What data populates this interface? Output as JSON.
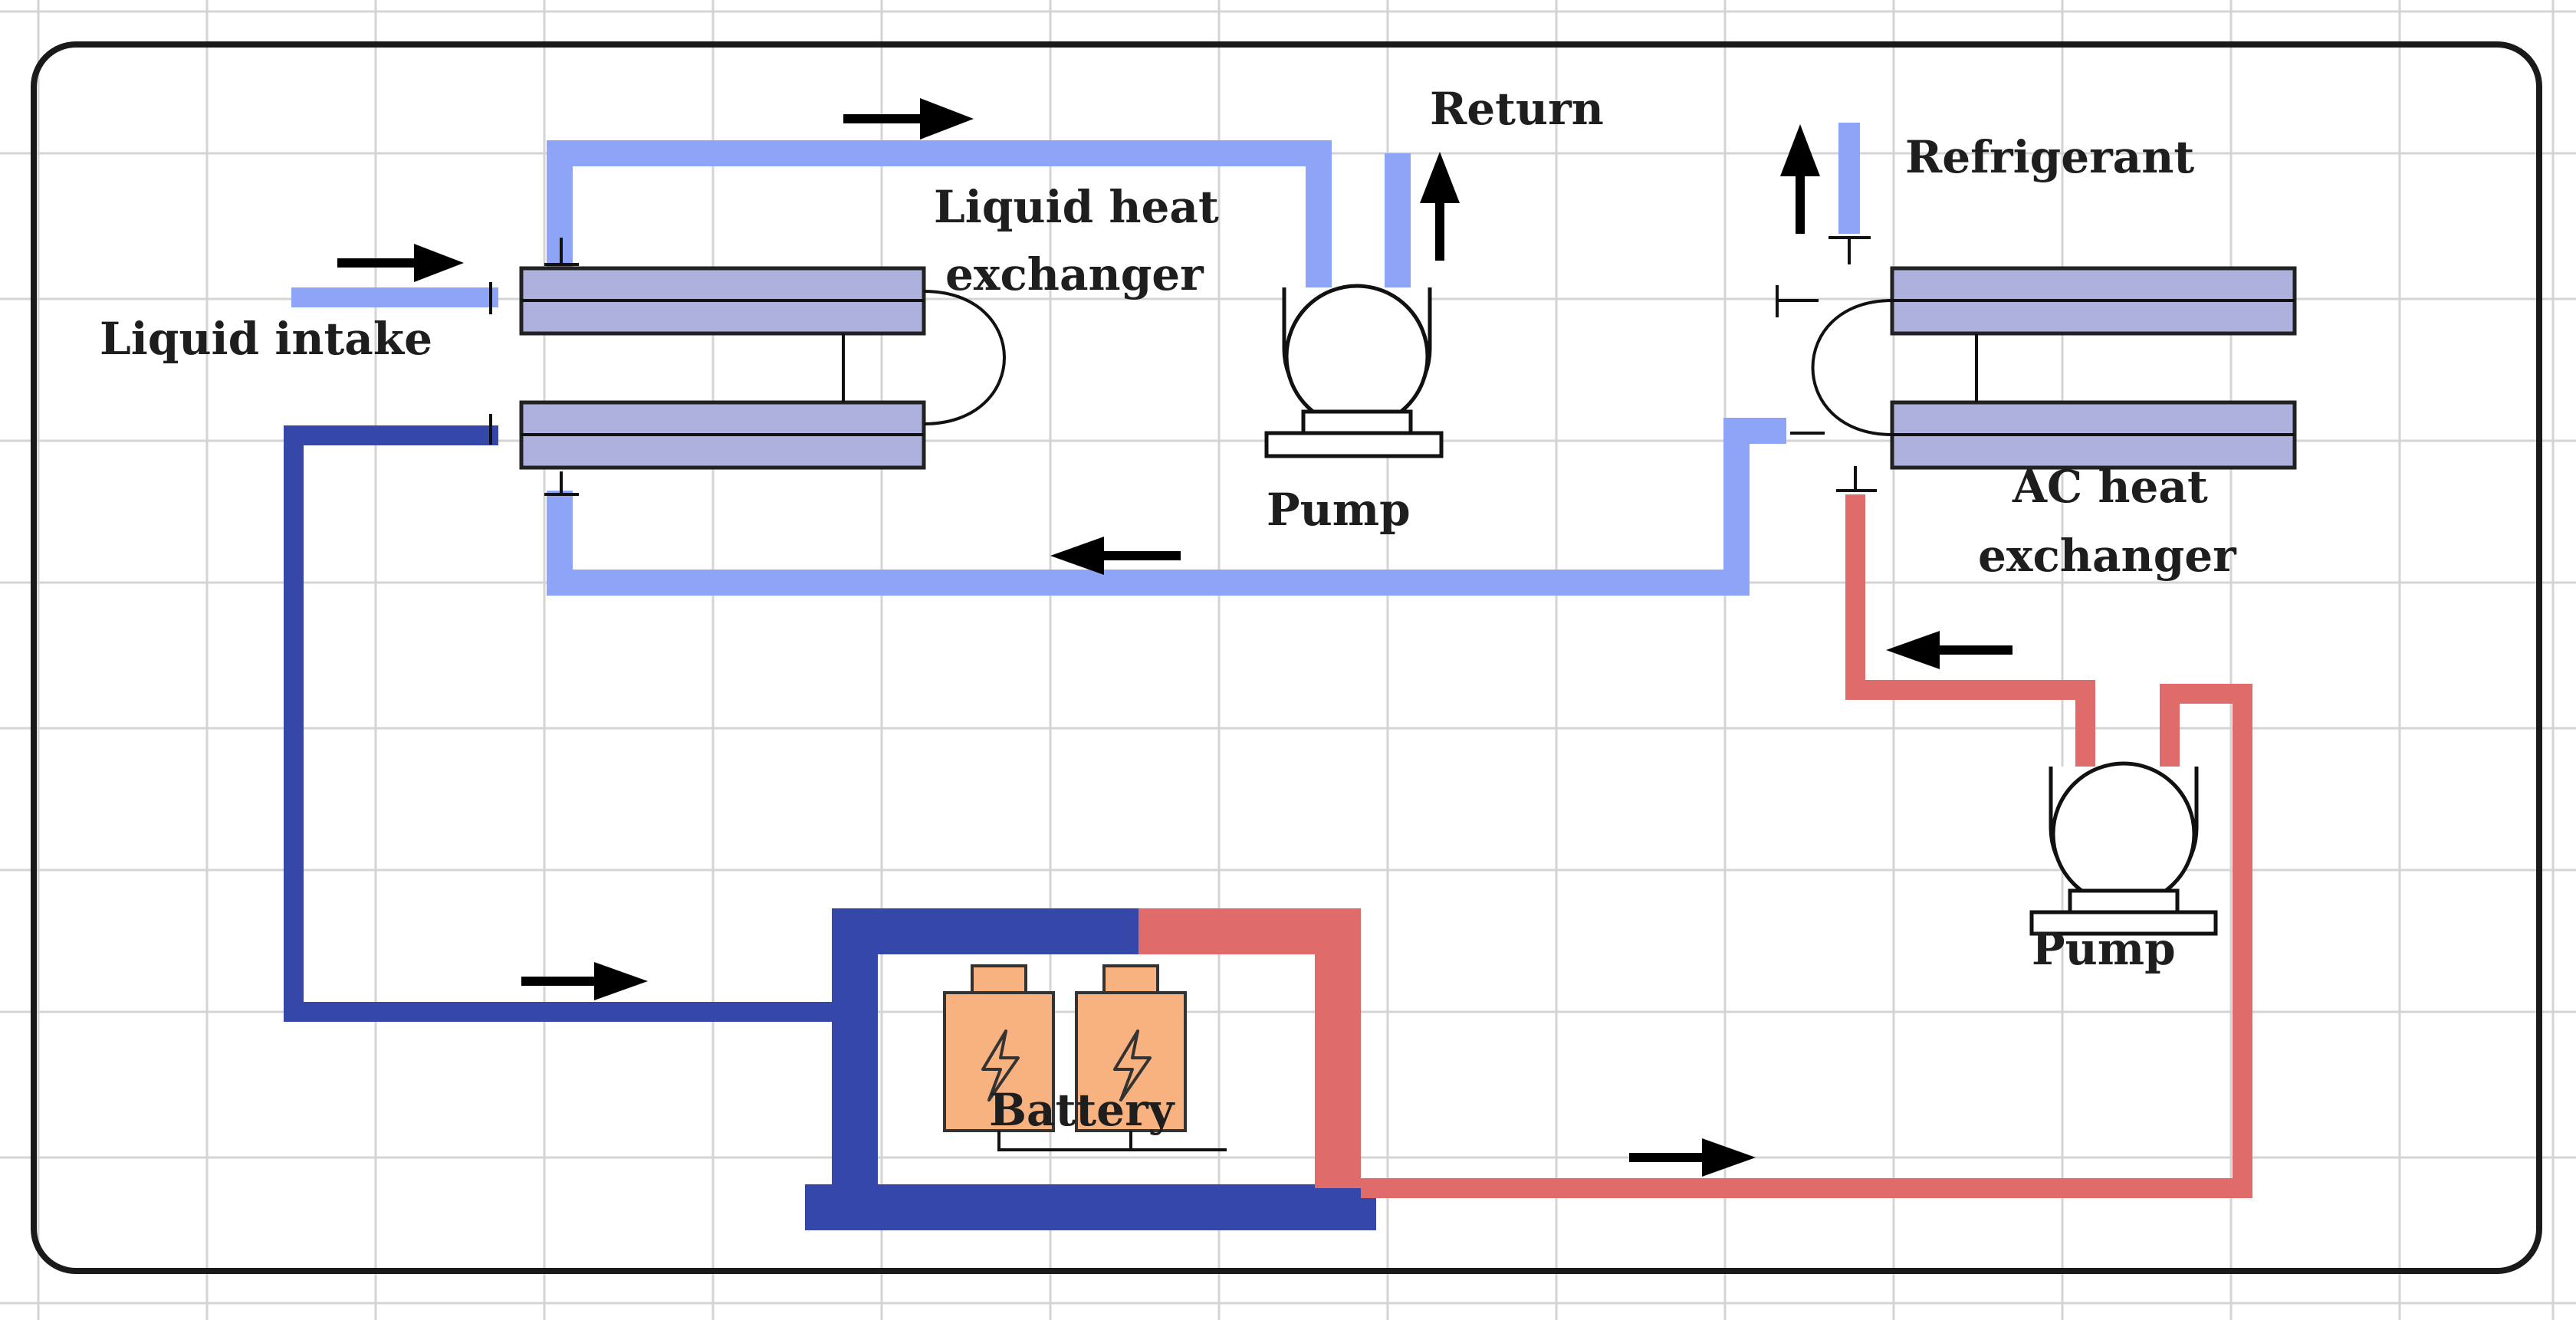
{
  "labels": {
    "return": "Return",
    "refrigerant": "Refrigerant",
    "liquid_heat_exchanger_line1": "Liquid heat",
    "liquid_heat_exchanger_line2": "exchanger",
    "liquid_intake": "Liquid intake",
    "pump_top": "Pump",
    "ac_heat_exchanger_line1": "AC heat",
    "ac_heat_exchanger_line2": "exchanger",
    "pump_right": "Pump",
    "battery": "Battery"
  },
  "colors": {
    "light_blue_loop": "#8ea4f6",
    "dark_blue_loop": "#3547a8",
    "red_loop": "#df6b6b",
    "heat_exchanger_fill": "#aeb1dd",
    "battery_fill": "#f7b27f",
    "grid": "#d4d4d4",
    "frame": "#1a1a1a"
  },
  "icons": {
    "battery_cell": "lightning-bolt-icon",
    "pump": "pump-icon",
    "flow_direction": "arrow-icon"
  }
}
